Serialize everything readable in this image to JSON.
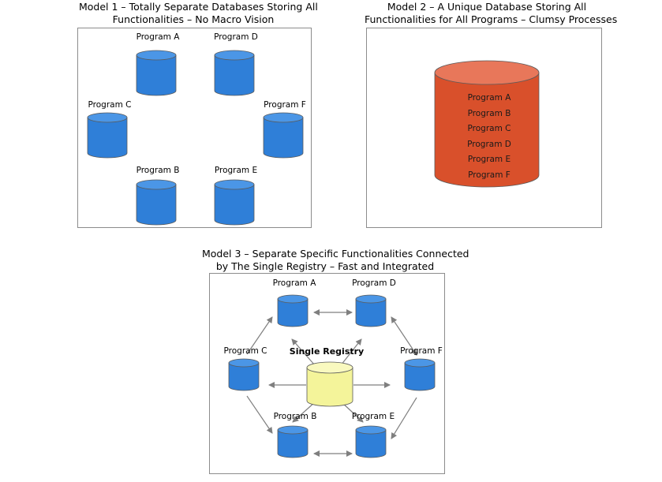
{
  "model1": {
    "title_line1": "Model 1 – Totally Separate Databases Storing All",
    "title_line2": "Functionalities – No Macro Vision",
    "programs": {
      "a": "Program A",
      "b": "Program B",
      "c": "Program C",
      "d": "Program D",
      "e": "Program E",
      "f": "Program F"
    }
  },
  "model2": {
    "title_line1": "Model 2 – A Unique Database Storing All",
    "title_line2": "Functionalities for All Programs – Clumsy Processes",
    "programs": [
      "Program A",
      "Program B",
      "Program C",
      "Program D",
      "Program E",
      "Program F"
    ]
  },
  "model3": {
    "title_line1": "Model 3 – Separate Specific Functionalities Connected",
    "title_line2": "by The Single Registry – Fast and Integrated",
    "registry_label": "Single Registry",
    "programs": {
      "a": "Program A",
      "b": "Program B",
      "c": "Program C",
      "d": "Program D",
      "e": "Program E",
      "f": "Program F"
    }
  },
  "colors": {
    "db_blue": "#2f7fd8",
    "db_blue_top": "#4b96e6",
    "db_orange": "#d9502b",
    "db_orange_top": "#e8775a",
    "db_yellow": "#f4f49a",
    "db_yellow_top": "#f9f9bf",
    "arrow_gray": "#7f7f7f"
  },
  "icons": {
    "database": "database-cylinder-icon",
    "arrow": "connector-arrow-icon"
  }
}
